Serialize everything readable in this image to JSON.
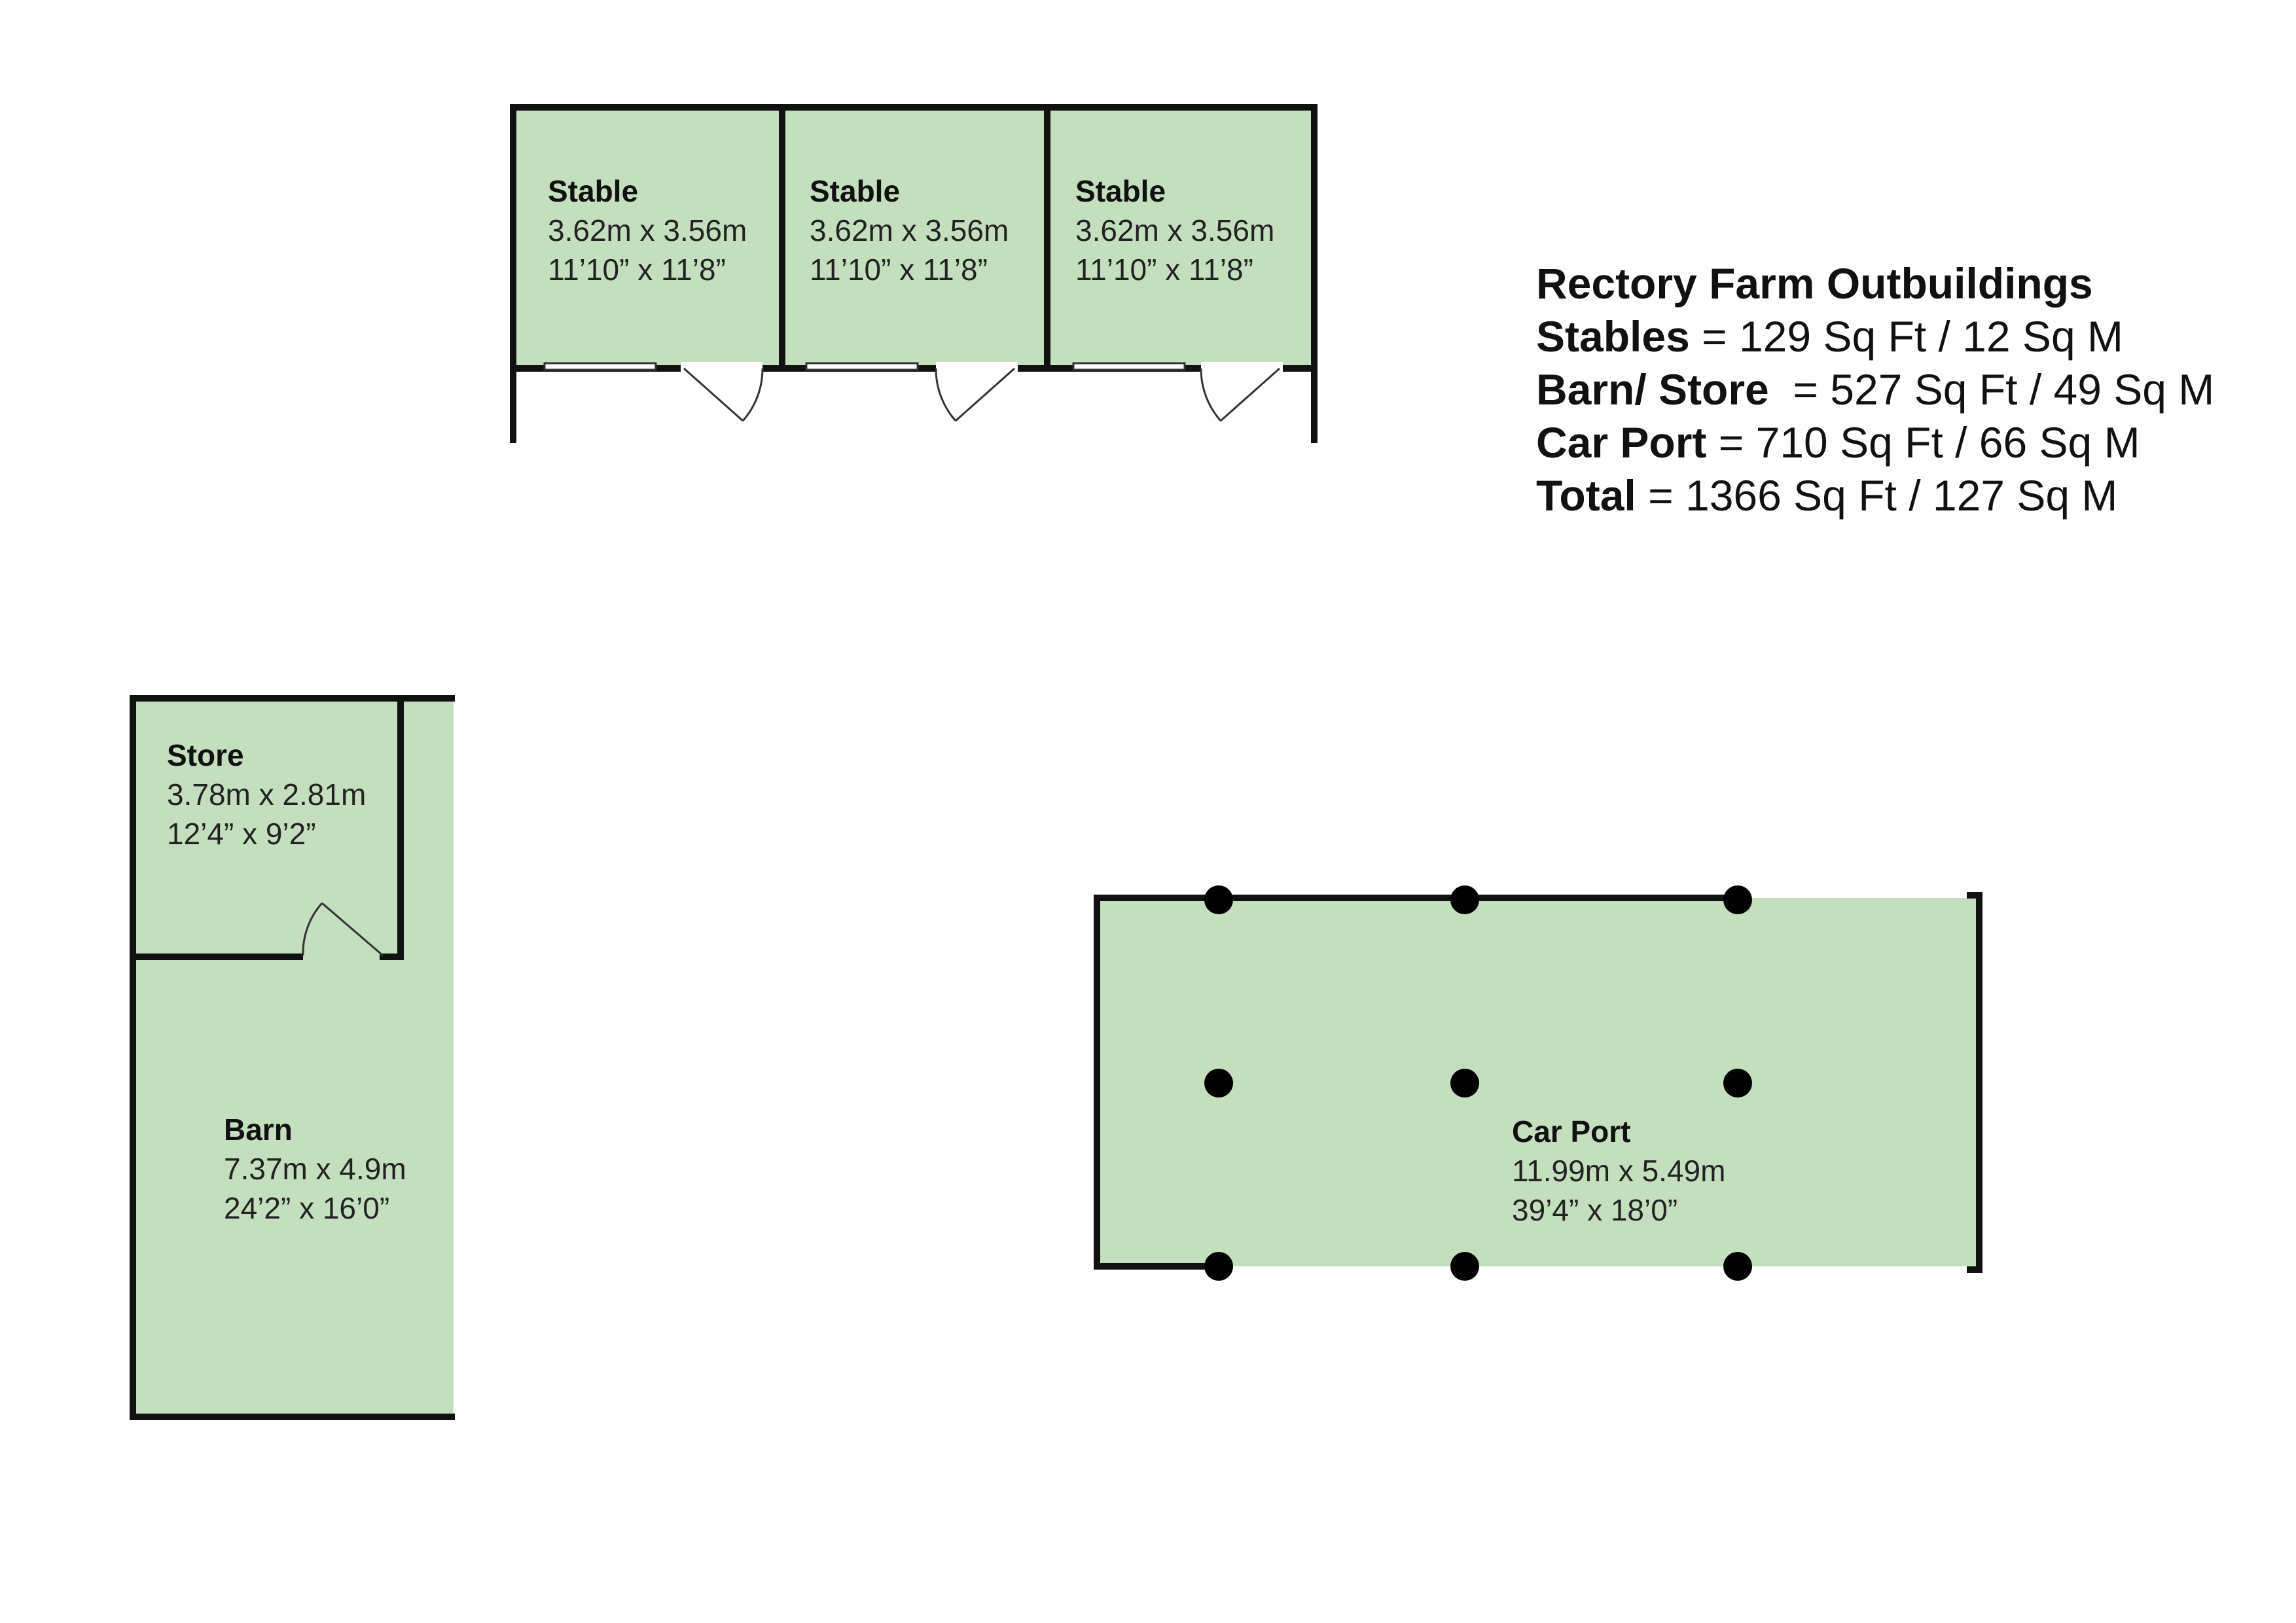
{
  "colors": {
    "floor": "#c4dfbe",
    "wall": "#111111",
    "background": "#ffffff"
  },
  "legend": {
    "title": "Rectory Farm Outbuildings",
    "rows": [
      {
        "label": "Stables",
        "value": " = 129 Sq Ft / 12 Sq M"
      },
      {
        "label": "Barn/ Store",
        "value": "  = 527 Sq Ft / 49 Sq M"
      },
      {
        "label": "Car Port",
        "value": " = 710 Sq Ft / 66 Sq M"
      },
      {
        "label": "Total",
        "value": " = 1366 Sq Ft / 127 Sq M"
      }
    ]
  },
  "rooms": {
    "stable1": {
      "name": "Stable",
      "metric": "3.62m x 3.56m",
      "imperial": "11’10” x 11’8”"
    },
    "stable2": {
      "name": "Stable",
      "metric": "3.62m x 3.56m",
      "imperial": "11’10” x 11’8”"
    },
    "stable3": {
      "name": "Stable",
      "metric": "3.62m x 3.56m",
      "imperial": "11’10” x 11’8”"
    },
    "store": {
      "name": "Store",
      "metric": "3.78m x 2.81m",
      "imperial": "12’4” x 9’2”"
    },
    "barn": {
      "name": "Barn",
      "metric": "7.37m x 4.9m",
      "imperial": "24’2” x 16’0”"
    },
    "carport": {
      "name": "Car Port",
      "metric": "11.99m x 5.49m",
      "imperial": "39’4” x 18’0”"
    }
  }
}
